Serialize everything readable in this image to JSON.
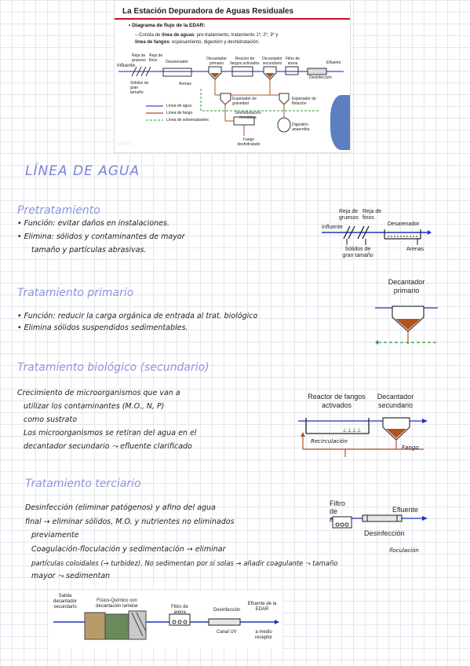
{
  "slide": {
    "title": "La Estación Depuradora de Aguas Residuales",
    "bullet": "Diagrama de flujo de la EDAR:",
    "subbullet_pre": "– Consta de",
    "subbullet_b1": "línea de aguas",
    "subbullet_mid": ": pre-tratamiento, tratamiento 1º, 2º, 3º y",
    "subbullet_b2": "línea de fangos",
    "subbullet_end": ": espesamiento, digestión y deshidratación.",
    "watermark": "ANOTA",
    "diagram": {
      "influente": "Influente",
      "reja_gruesos": "Reja de gruesos",
      "reja_finos": "Reja de finos",
      "desarenador": "Desarenador",
      "decantador_primario": "Decantador primario",
      "reactor": "Reactor de fangos activados",
      "decantador_secundario": "Decantador secundario",
      "filtro_arena": "Filtro de arena",
      "efluente": "Efluente",
      "desinfeccion": "Desinfección",
      "solidos": "Sólidos de gran tamaño",
      "arenas": "Arenas",
      "espesador_gravedad": "Espesador de gravedad",
      "espesador_flotacion": "Espesador de flotación",
      "deshidratacion": "Deshidratación mecánica",
      "digestion": "Digestión anaerobia",
      "fango": "Fango deshidratado",
      "legend_agua": "Línea de agua",
      "legend_fango": "Línea de fango",
      "legend_sobrenad": "Línea de sobrenadantes"
    }
  },
  "notes": {
    "title": "LÍNEA DE AGUA",
    "pre": {
      "heading": "Pretratamiento",
      "l1": "• Función: evitar daños en instalaciones.",
      "l2": "• Elimina: sólidos y contaminantes de mayor",
      "l3": "tamaño y partículas abrasivas."
    },
    "primario": {
      "heading": "Tratamiento primario",
      "l1": "• Función: reducir la carga orgánica de entrada al trat. biológico",
      "l2": "• Elimina sólidos suspendidos sedimentables."
    },
    "biologico": {
      "heading": "Tratamiento biológico (secundario)",
      "l1": "Crecimiento de microorganismos que van a",
      "l2": "utilizar los contaminantes (M.O., N, P)",
      "l3": "como sustrato",
      "l4": "Los microorganismos se retiran del agua en el",
      "l5": "decantador secundario ⤳ efluente clarificado"
    },
    "terciario": {
      "heading": "Tratamiento terciario",
      "l1": "Desinfección (eliminar patógenos) y afino del agua",
      "l2": "final → eliminar sólidos, M.O. y nutrientes no eliminados",
      "l3": "previamente",
      "l4": "Coagulación-floculación y sedimentación → eliminar",
      "l5": "partículas coloidales (→ turbidez). No sedimentan por sí solas → añadir coagulante ⤳ tamaño",
      "l6": "mayor ⤳ sedimentan",
      "floc": "floculación"
    }
  },
  "figs": {
    "pre": {
      "reja_gruesos": "Reja de gruesos",
      "reja_finos": "Reja de finos",
      "influente": "Influente",
      "desarenador": "Desarenador",
      "solidos": "Sólidos de gran tamaño",
      "arenas": "Arenas"
    },
    "prim": {
      "label": "Decantador primario"
    },
    "bio": {
      "reactor": "Reactor de fangos activados",
      "decantador": "Decantador secundario",
      "recirc": "Recirculación",
      "fango": "Fango"
    },
    "ter": {
      "filtro": "Filtro de arena",
      "efluente": "Efluente",
      "desinfeccion": "Desinfección"
    },
    "bottom": {
      "salida": "Salida decantador secundario",
      "fisico": "Físico-Químico con decantación lamelar",
      "filtro": "Filtro de arena",
      "desinf": "Desinfección",
      "canal": "Canal UV",
      "efluente": "Efluente de la EDAR",
      "receptor": "a medio receptor"
    }
  }
}
